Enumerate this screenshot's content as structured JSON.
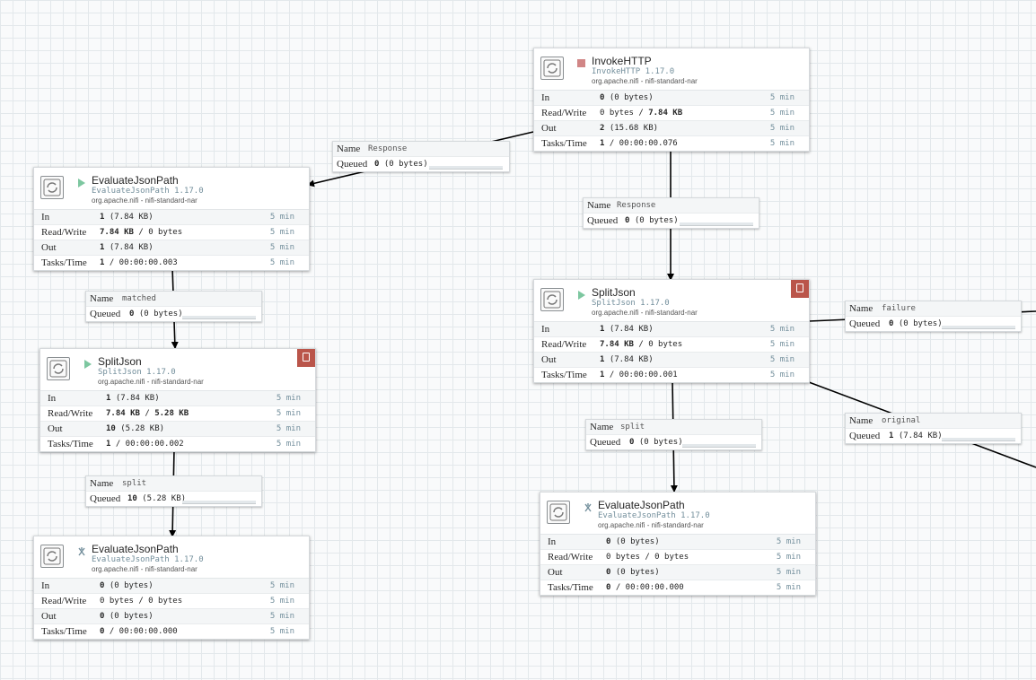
{
  "processors": [
    {
      "id": "invokehttp",
      "name": "InvokeHTTP",
      "type": "InvokeHTTP 1.17.0",
      "bundle": "org.apache.nifi - nifi-standard-nar",
      "state": "stopped",
      "badge": false,
      "stats": {
        "in": {
          "bold": "0",
          "rest": " (0 bytes)"
        },
        "read_write": {
          "bold": "",
          "rest": "0 bytes / ",
          "bold2": "7.84 KB"
        },
        "out": {
          "bold": "2",
          "rest": " (15.68 KB)"
        },
        "tasks": {
          "bold": "1",
          "rest": " / 00:00:00.076"
        }
      }
    },
    {
      "id": "eval1",
      "name": "EvaluateJsonPath",
      "type": "EvaluateJsonPath 1.17.0",
      "bundle": "org.apache.nifi - nifi-standard-nar",
      "state": "running",
      "badge": false,
      "stats": {
        "in": {
          "bold": "1",
          "rest": " (7.84 KB)"
        },
        "read_write": {
          "bold": "7.84 KB",
          "rest": " / 0 bytes",
          "bold2": ""
        },
        "out": {
          "bold": "1",
          "rest": " (7.84 KB)"
        },
        "tasks": {
          "bold": "1",
          "rest": " / 00:00:00.003"
        }
      }
    },
    {
      "id": "split1",
      "name": "SplitJson",
      "type": "SplitJson 1.17.0",
      "bundle": "org.apache.nifi - nifi-standard-nar",
      "state": "running",
      "badge": true,
      "stats": {
        "in": {
          "bold": "1",
          "rest": " (7.84 KB)"
        },
        "read_write": {
          "bold": "7.84 KB",
          "rest": " / ",
          "bold2": "5.28 KB"
        },
        "out": {
          "bold": "10",
          "rest": " (5.28 KB)"
        },
        "tasks": {
          "bold": "1",
          "rest": " / 00:00:00.002"
        }
      }
    },
    {
      "id": "eval2",
      "name": "EvaluateJsonPath",
      "type": "EvaluateJsonPath 1.17.0",
      "bundle": "org.apache.nifi - nifi-standard-nar",
      "state": "invalid",
      "badge": false,
      "stats": {
        "in": {
          "bold": "0",
          "rest": " (0 bytes)"
        },
        "read_write": {
          "bold": "",
          "rest": "0 bytes / 0 bytes",
          "bold2": ""
        },
        "out": {
          "bold": "0",
          "rest": " (0 bytes)"
        },
        "tasks": {
          "bold": "0",
          "rest": " / 00:00:00.000"
        }
      }
    },
    {
      "id": "split2",
      "name": "SplitJson",
      "type": "SplitJson 1.17.0",
      "bundle": "org.apache.nifi - nifi-standard-nar",
      "state": "running",
      "badge": true,
      "stats": {
        "in": {
          "bold": "1",
          "rest": " (7.84 KB)"
        },
        "read_write": {
          "bold": "7.84 KB",
          "rest": " / 0 bytes",
          "bold2": ""
        },
        "out": {
          "bold": "1",
          "rest": " (7.84 KB)"
        },
        "tasks": {
          "bold": "1",
          "rest": " / 00:00:00.001"
        }
      }
    },
    {
      "id": "eval3",
      "name": "EvaluateJsonPath",
      "type": "EvaluateJsonPath 1.17.0",
      "bundle": "org.apache.nifi - nifi-standard-nar",
      "state": "invalid",
      "badge": false,
      "stats": {
        "in": {
          "bold": "0",
          "rest": " (0 bytes)"
        },
        "read_write": {
          "bold": "",
          "rest": "0 bytes / 0 bytes",
          "bold2": ""
        },
        "out": {
          "bold": "0",
          "rest": " (0 bytes)"
        },
        "tasks": {
          "bold": "0",
          "rest": " / 00:00:00.000"
        }
      }
    }
  ],
  "stat_labels": {
    "in": "In",
    "read_write": "Read/Write",
    "out": "Out",
    "tasks": "Tasks/Time",
    "time_window": "5 min"
  },
  "connection_labels": {
    "name": "Name",
    "queued": "Queued"
  },
  "connections": [
    {
      "id": "c-response-left",
      "name": "Response",
      "queued_bold": "0",
      "queued_rest": " (0 bytes)"
    },
    {
      "id": "c-response-down",
      "name": "Response",
      "queued_bold": "0",
      "queued_rest": " (0 bytes)"
    },
    {
      "id": "c-matched",
      "name": "matched",
      "queued_bold": "0",
      "queued_rest": " (0 bytes)"
    },
    {
      "id": "c-split-left",
      "name": "split",
      "queued_bold": "10",
      "queued_rest": " (5.28 KB)"
    },
    {
      "id": "c-failure",
      "name": "failure",
      "queued_bold": "0",
      "queued_rest": " (0 bytes)"
    },
    {
      "id": "c-split-right",
      "name": "split",
      "queued_bold": "0",
      "queued_rest": " (0 bytes)"
    },
    {
      "id": "c-original",
      "name": "original",
      "queued_bold": "1",
      "queued_rest": " (7.84 KB)"
    }
  ],
  "colors": {
    "running": "#7dc7a0",
    "stopped": "#d18686",
    "invalid": "#728e9b",
    "badge": "#ba554a",
    "type_text": "#728e9b"
  }
}
